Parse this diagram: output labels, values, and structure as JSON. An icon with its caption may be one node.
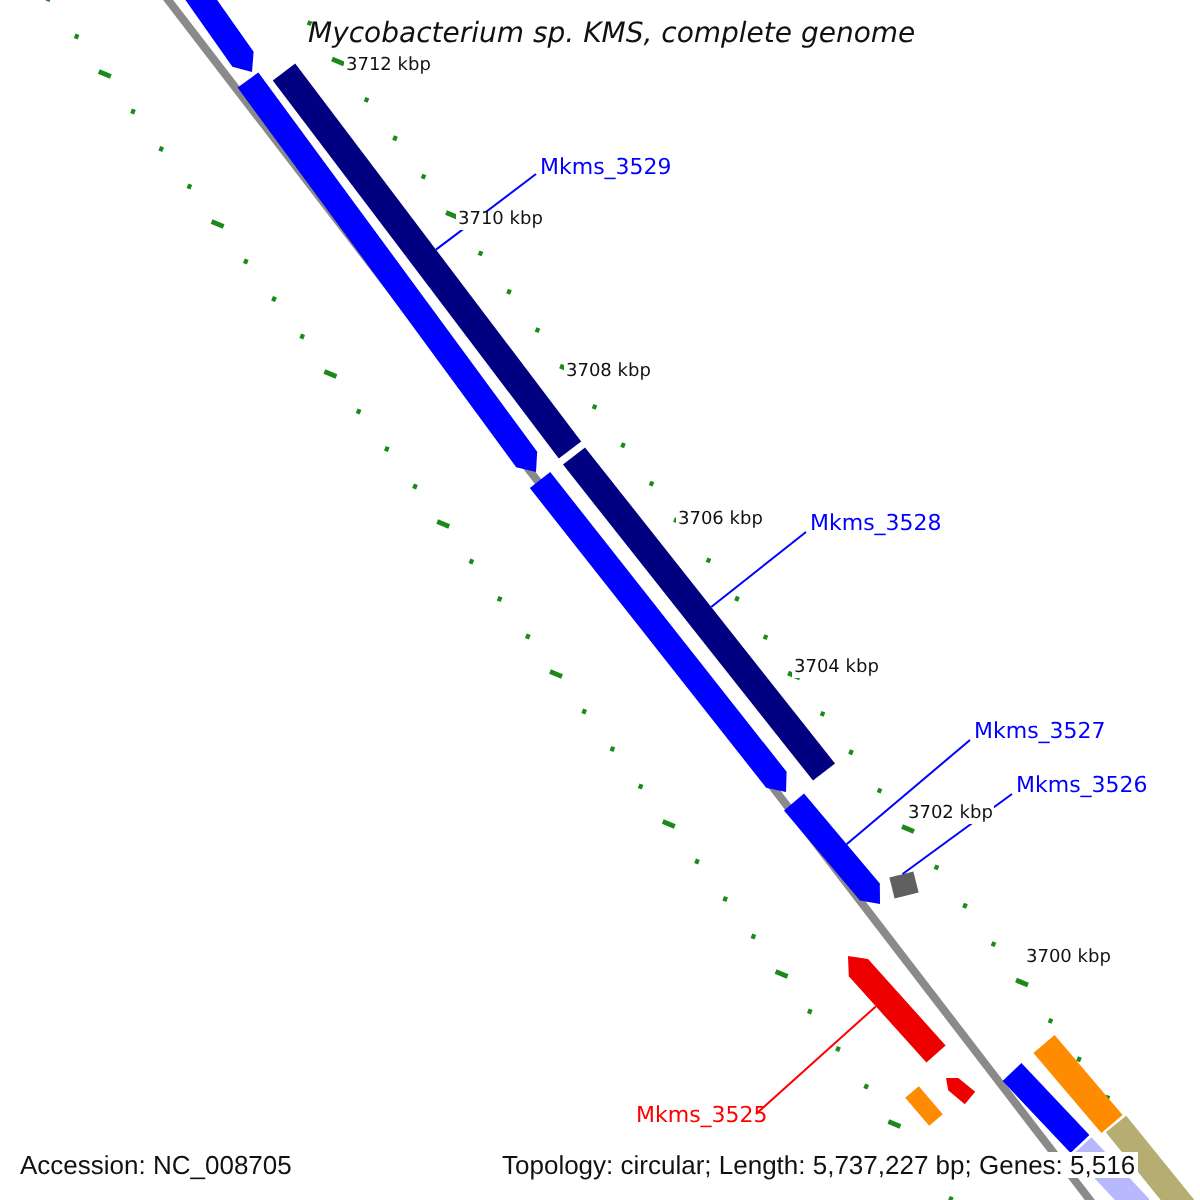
{
  "diagram": {
    "title": "Mycobacterium sp. KMS, complete genome",
    "nodes": [
      {
        "text": [
          "Mkms_3529"
        ]
      },
      {
        "text": [
          "Mkms_3528"
        ]
      },
      {
        "text": [
          "Mkms_3527"
        ]
      },
      {
        "text": [
          "Mkms_3526"
        ]
      },
      {
        "text": [
          "Mkms_3525"
        ]
      },
      {
        "text": [],
        "shape": "bar"
      },
      {
        "text": [],
        "shape": "bar"
      },
      {
        "text": [],
        "shape": "bar"
      },
      {
        "text": [],
        "shape": "bar"
      },
      {
        "text": [],
        "shape": "bar"
      }
    ],
    "edges": [
      {
        "from": 0,
        "to": 5,
        "arrow": "none"
      },
      {
        "from": 1,
        "to": 6,
        "arrow": "none"
      },
      {
        "from": 2,
        "to": 7,
        "arrow": "none"
      },
      {
        "from": 3,
        "to": 8,
        "arrow": "none"
      },
      {
        "from": 4,
        "to": 9,
        "arrow": "none",
        "color": "#ff0000"
      }
    ],
    "labels": [
      "3712 kbp",
      "3710 kbp",
      "3708 kbp",
      "3706 kbp",
      "3704 kbp",
      "3702 kbp",
      "3700 kbp",
      "Accession: NC_008705",
      "Topology: circular; Length: 5,737,227 bp; Genes: 5,516"
    ]
  }
}
